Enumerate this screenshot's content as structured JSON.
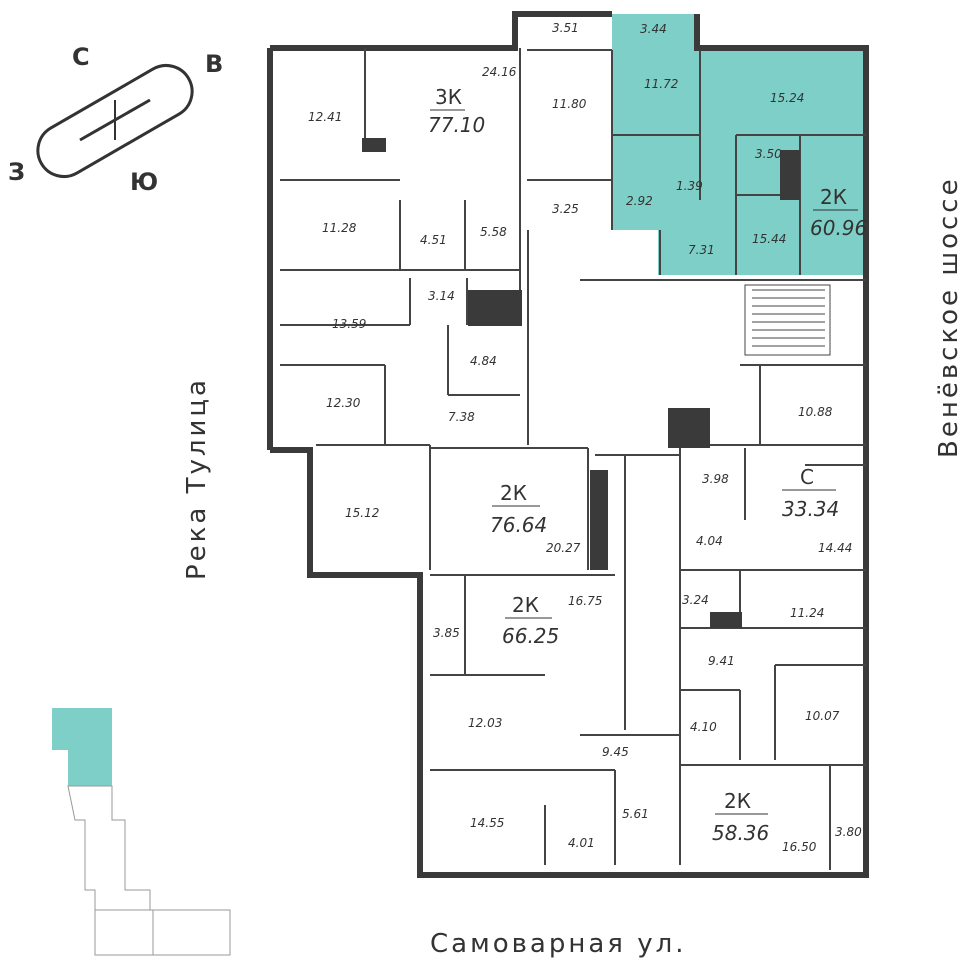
{
  "colors": {
    "highlight": "#7ECFC7",
    "wall": "#3a3a3a",
    "line": "#444444",
    "text": "#333333"
  },
  "compass": {
    "north": "С",
    "east": "В",
    "south": "Ю",
    "west": "З"
  },
  "streets": {
    "west": "Река Тулица",
    "east": "Венёвское шоссе",
    "south": "Самоварная ул."
  },
  "apartments": [
    {
      "id": "apt-3k",
      "type": "3К",
      "area": "77.10"
    },
    {
      "id": "apt-2k-highlight",
      "type": "2К",
      "area": "60.96"
    },
    {
      "id": "apt-2k-76",
      "type": "2К",
      "area": "76.64"
    },
    {
      "id": "apt-studio",
      "type": "С",
      "area": "33.34"
    },
    {
      "id": "apt-2k-66",
      "type": "2К",
      "area": "66.25"
    },
    {
      "id": "apt-2k-58",
      "type": "2К",
      "area": "58.36"
    }
  ],
  "room_areas": [
    "3.51",
    "3.44",
    "24.16",
    "11.80",
    "11.72",
    "15.24",
    "12.41",
    "3.50",
    "1.39",
    "2.92",
    "3.25",
    "11.28",
    "4.51",
    "5.58",
    "7.31",
    "15.44",
    "3.14",
    "13.59",
    "4.84",
    "12.30",
    "7.38",
    "10.88",
    "3.98",
    "15.12",
    "20.27",
    "4.04",
    "14.44",
    "16.75",
    "3.24",
    "11.24",
    "3.85",
    "9.41",
    "12.03",
    "10.07",
    "4.10",
    "9.45",
    "14.55",
    "5.61",
    "4.01",
    "16.50",
    "3.80"
  ]
}
